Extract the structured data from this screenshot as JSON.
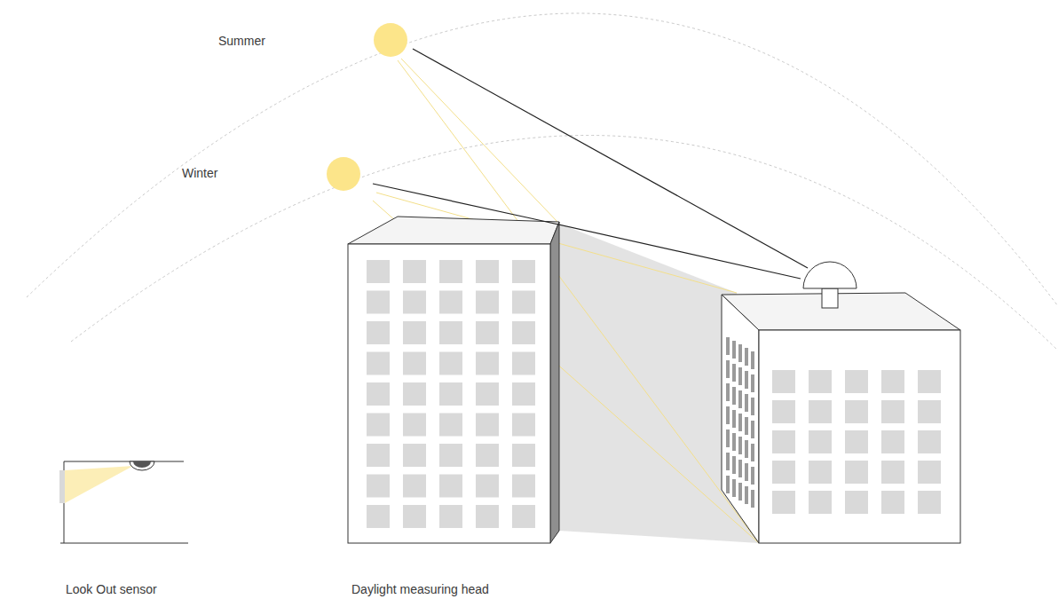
{
  "diagram": {
    "labels": [
      "Summer",
      "Winter",
      "Look Out sensor",
      "Daylight measuring head"
    ]
  }
}
